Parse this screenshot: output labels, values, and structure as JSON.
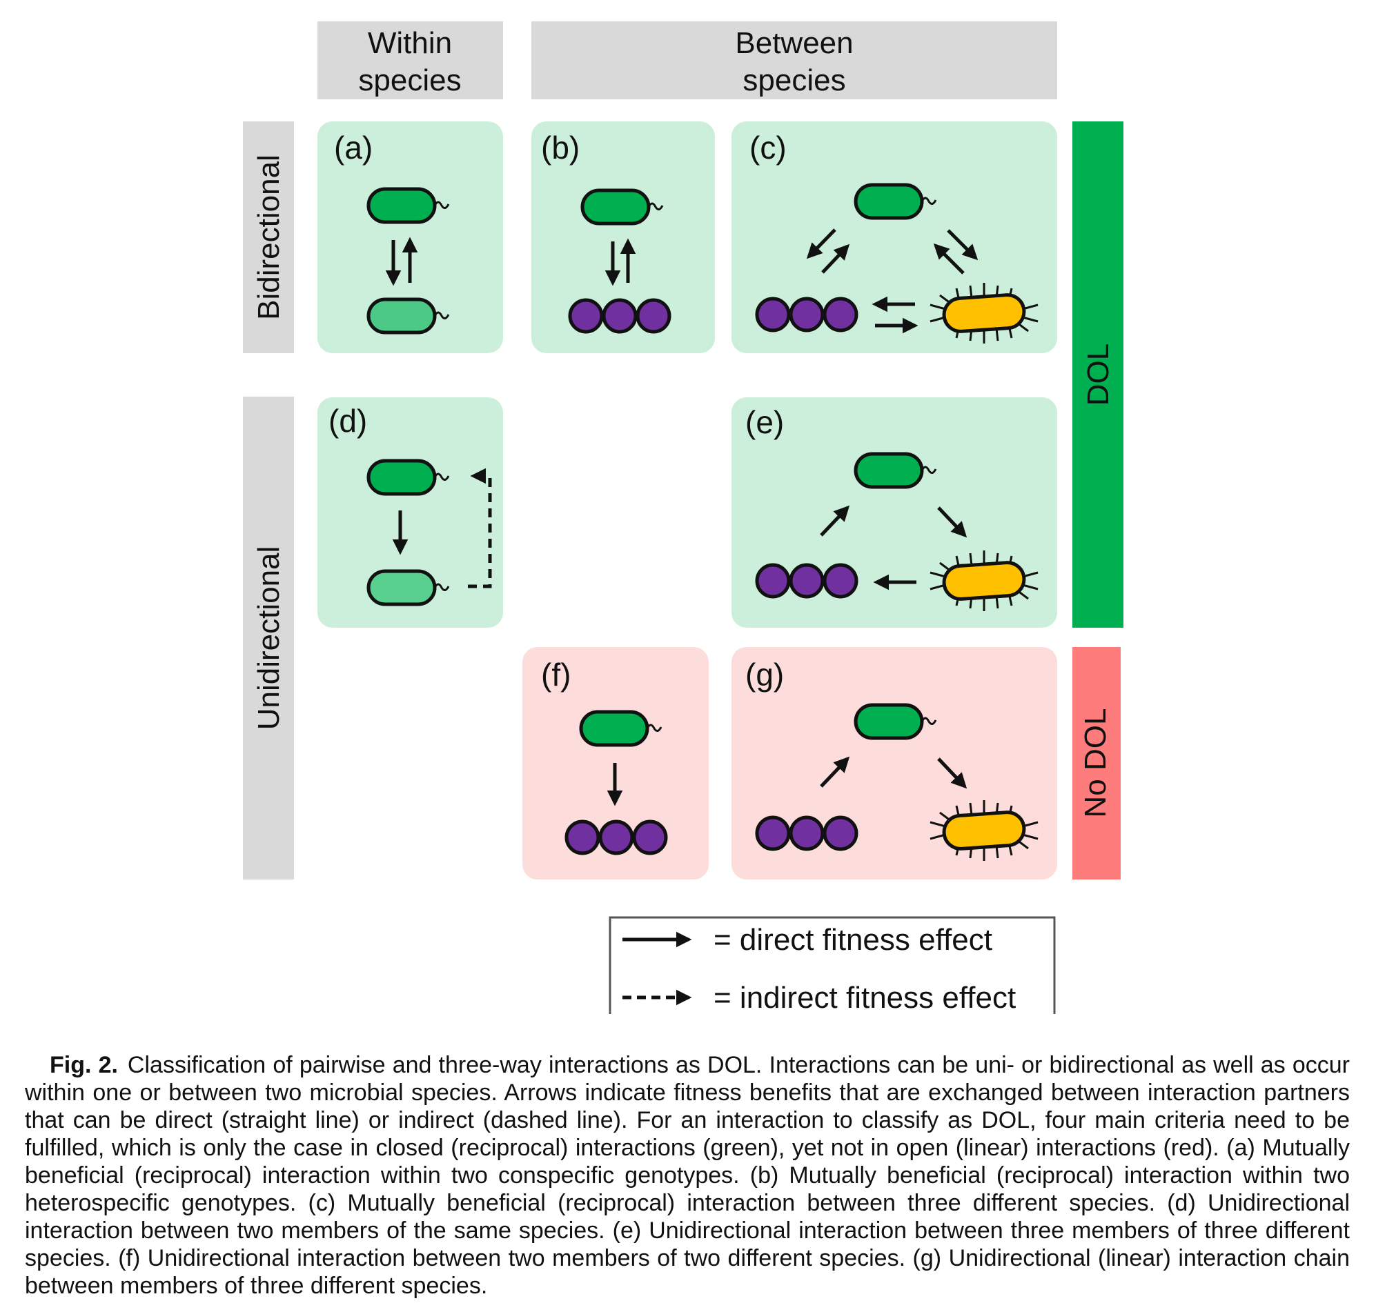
{
  "headers": {
    "within": [
      "Within",
      "species"
    ],
    "between": [
      "Between",
      "species"
    ]
  },
  "rows": {
    "bidirectional": "Bidirectional",
    "unidirectional": "Unidirectional"
  },
  "side": {
    "dol": "DOL",
    "no_dol": "No DOL"
  },
  "panels": {
    "a": "(a)",
    "b": "(b)",
    "c": "(c)",
    "d": "(d)",
    "e": "(e)",
    "f": "(f)",
    "g": "(g)"
  },
  "legend": {
    "direct": "= direct fitness effect",
    "indirect": "= indirect fitness effect"
  },
  "caption": {
    "label": "Fig. 2.",
    "text": "Classification of pairwise and three-way interactions as DOL. Interactions can be uni- or bidirectional as well as occur within one or between two microbial species. Arrows indicate fitness benefits that are exchanged between interaction partners that can be direct (straight line) or indirect (dashed line). For an interaction to classify as DOL, four main criteria need to be fulfilled, which is only the case in closed (reciprocal) interactions (green), yet not in open (linear) interactions (red). (a) Mutually beneficial (reciprocal) interaction within two conspecific genotypes. (b) Mutually beneficial (reciprocal) interaction within two heterospecific genotypes. (c) Mutually beneficial (reciprocal) interaction between three different species. (d) Unidirectional interaction between two members of the same species. (e) Unidirectional interaction between three members of three different species. (f) Unidirectional interaction between two members of two different species. (g) Unidirectional (linear) interaction chain between members of three different species."
  },
  "colors": {
    "header_gray": "#d9d9d9",
    "panel_green": "#ccefdc",
    "panel_red": "#fddcdc",
    "dol_green": "#00b050",
    "no_dol_red": "#ff7c7c",
    "cell_green": "#00b050",
    "cell_light_green": "#4cc987",
    "cell_purple": "#7030a0",
    "cell_yellow": "#ffc000"
  }
}
